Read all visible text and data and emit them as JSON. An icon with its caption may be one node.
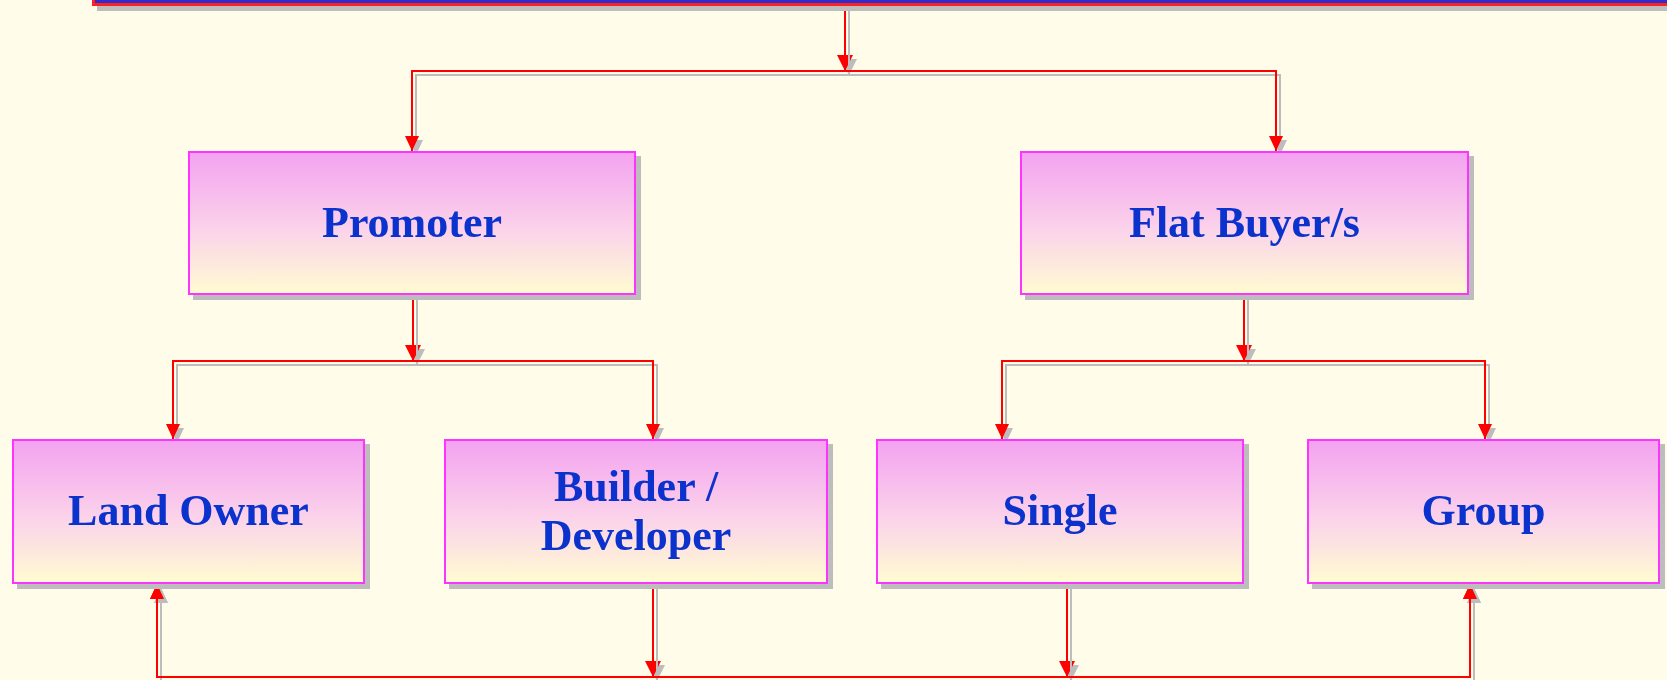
{
  "diagram": {
    "nodes": [
      {
        "text": [],
        "shape": "box"
      },
      {
        "text": [
          "Promoter"
        ]
      },
      {
        "text": [
          "Flat Buyer/s"
        ]
      },
      {
        "text": [
          "Land Owner"
        ]
      },
      {
        "text": [
          "Builder / Developer"
        ]
      },
      {
        "text": [
          "Single"
        ]
      },
      {
        "text": [
          "Group"
        ]
      }
    ],
    "edges": [
      {
        "from": 0,
        "to": 1,
        "arrow": "to"
      },
      {
        "from": 0,
        "to": 2,
        "arrow": "to"
      },
      {
        "from": 1,
        "to": 3,
        "arrow": "to"
      },
      {
        "from": 1,
        "to": 4,
        "arrow": "to"
      },
      {
        "from": 2,
        "to": 5,
        "arrow": "to"
      },
      {
        "from": 2,
        "to": 6,
        "arrow": "to"
      },
      {
        "from": 4,
        "to": 3,
        "arrow": "to"
      },
      {
        "from": 4,
        "to": 6,
        "arrow": "to"
      },
      {
        "from": 5,
        "to": 3,
        "arrow": "to"
      },
      {
        "from": 5,
        "to": 6,
        "arrow": "to"
      }
    ]
  }
}
